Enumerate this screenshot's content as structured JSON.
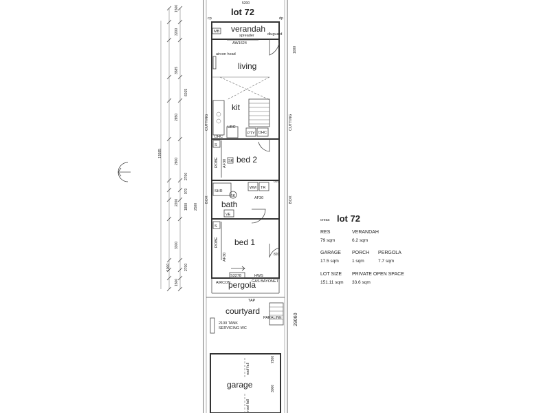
{
  "plan": {
    "lot_label": "lot 72",
    "rooms": {
      "verandah": "verandah",
      "living": "living",
      "kit": "kit",
      "bed2": "bed 2",
      "bath": "bath",
      "bed1": "bed 1",
      "pergola": "pergola",
      "courtyard": "courtyard",
      "garage": "garage"
    },
    "notes": {
      "spreader": "spreader",
      "aircon_head": "aircon head",
      "aw": "AW1624",
      "dluguard": "dluguard",
      "mb": "MB",
      "ubc": "UBC",
      "pty": "PTY",
      "dhc1": "DHC",
      "dhc2": "DHC",
      "s1": "S",
      "s2": "S",
      "robe1": "ROBE",
      "robe2": "ROBE",
      "af30_1": "AF30",
      "af30_2": "AF30",
      "af30_3": "AF30",
      "sk1": "SK",
      "sk2": "SK",
      "wm": "WM",
      "tr": "TR",
      "ve": "VE",
      "shr": "SHR",
      "s820_1": "820",
      "s820_2": "820",
      "s3278": "S3278",
      "hws": "HWS",
      "gas_bayonet": "GAS BAYONET",
      "aircon": "AIRCON",
      "tap": "TAP",
      "paraline": "PARALINE",
      "tank": "2100 TANK",
      "servicing": "SERVICING WC",
      "cutting_l": "CUTTING",
      "cutting_r": "CUTTING",
      "box_l": "BOX",
      "box_r": "BOX",
      "roof_fall_1": "roof fall",
      "roof_fall_2": "roof fall",
      "dp": "dp",
      "cp": "cp"
    },
    "dims_left": [
      "1500",
      "3200",
      "3585",
      "6015",
      "2850",
      "2800",
      "2700",
      "970",
      "2200",
      "1800",
      "2500",
      "3300",
      "1000",
      "2700",
      "1500",
      "15585"
    ],
    "dims_right": [
      "1000",
      "29060",
      "7300",
      "3000"
    ],
    "dim_top": "5200"
  },
  "schedule": {
    "title_prefix": "creas",
    "title": "lot 72",
    "rows": [
      {
        "cells": [
          {
            "label": "RES",
            "value": "79 sqm"
          },
          {
            "label": "VERANDAH",
            "value": "6.2 sqm"
          }
        ]
      },
      {
        "cells": [
          {
            "label": "GARAGE",
            "value": "17.5 sqm"
          },
          {
            "label": "PORCH",
            "value": "1 sqm"
          },
          {
            "label": "PERGOLA",
            "value": "7.7 sqm"
          }
        ]
      },
      {
        "cells": [
          {
            "label": "LOT SIZE",
            "value": "151.11 sqm"
          },
          {
            "label": "PRIVATE OPEN SPACE",
            "value": "33.6 sqm"
          }
        ]
      }
    ]
  }
}
